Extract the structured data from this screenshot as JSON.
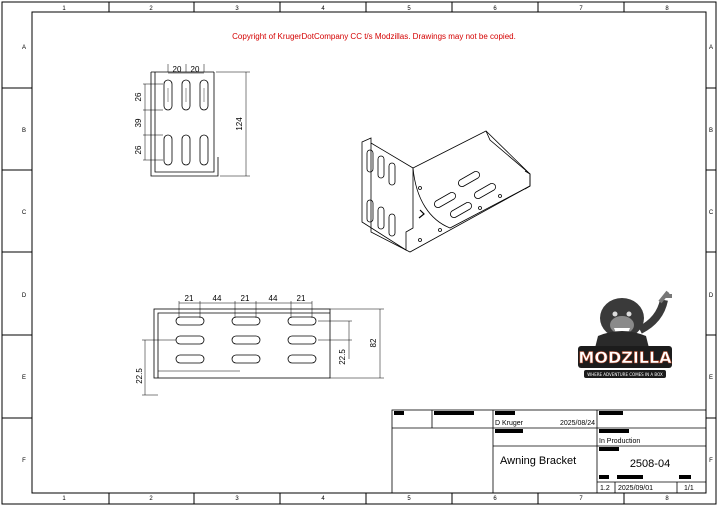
{
  "copyright": "Copyright of KrugerDotCompany CC t/s Modzillas. Drawings may not be copied.",
  "zones": {
    "columns": [
      "1",
      "2",
      "3",
      "4",
      "5",
      "6",
      "7",
      "8"
    ],
    "rows": [
      "A",
      "B",
      "C",
      "D",
      "E",
      "F"
    ]
  },
  "dims_side": {
    "d1": "20",
    "d2": "20",
    "d3": "26",
    "d4": "39",
    "d5": "26",
    "d6": "124"
  },
  "dims_top": {
    "d1": "21",
    "d2": "44",
    "d3": "21",
    "d4": "44",
    "d5": "21",
    "d6": "22.5",
    "d7": "82",
    "d8": "22.5"
  },
  "logo": {
    "name": "MODZILLA",
    "tagline": "WHERE ADVENTURE COMES IN A BOX"
  },
  "title_block": {
    "drawn_by": "D Kruger",
    "drawn_date": "2025/08/24",
    "status": "In Production",
    "title": "Awning Bracket",
    "part_number": "2508-04",
    "revision": "1.2",
    "rev_date": "2025/09/01",
    "sheet": "1/1"
  }
}
